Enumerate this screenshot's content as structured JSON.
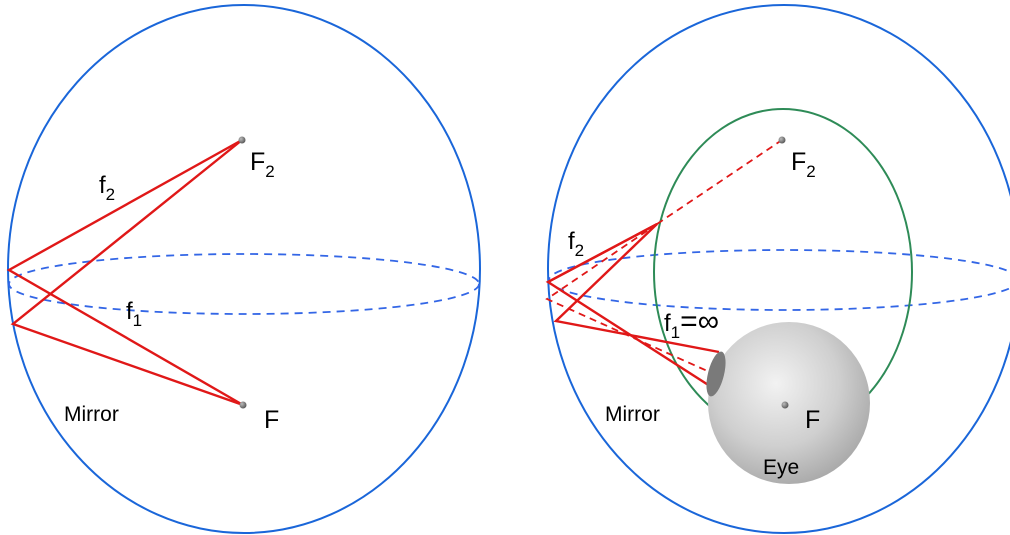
{
  "left_panel": {
    "labels": {
      "f2_main": "f",
      "f2_sub": "2",
      "f1_main": "f",
      "f1_sub": "1",
      "F2_main": "F",
      "F2_sub": "2",
      "F": "F",
      "mirror": "Mirror"
    }
  },
  "right_panel": {
    "labels": {
      "f2_main": "f",
      "f2_sub": "2",
      "f1_main": "f",
      "f1_sub": "1",
      "f1_value": "=∞",
      "F2_main": "F",
      "F2_sub": "2",
      "F": "F",
      "mirror": "Mirror",
      "eye": "Eye"
    }
  },
  "colors": {
    "mirror_outline": "#1a66d9",
    "equator_dashed": "#3366e6",
    "ray": "#e01818",
    "inner_ellipse": "#2e8b57",
    "eye": "#c8c8c8",
    "pupil": "#7a7a7a",
    "focal_point": "#777777"
  }
}
